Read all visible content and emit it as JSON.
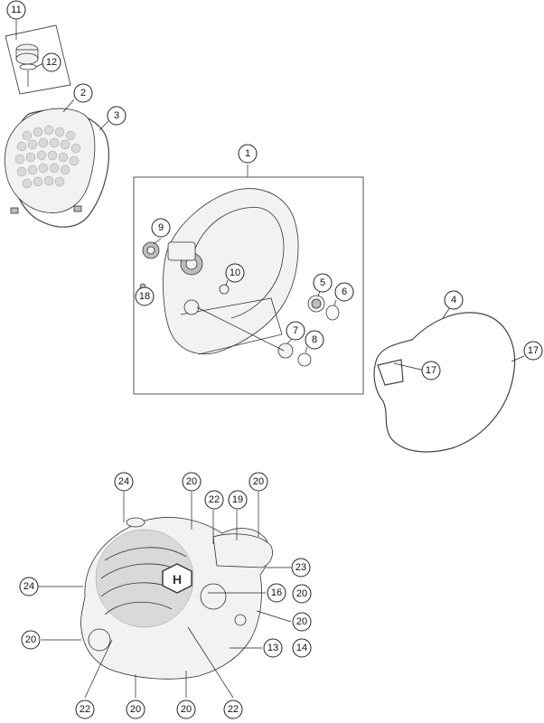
{
  "callouts": [
    {
      "id": "c11",
      "label": "11"
    },
    {
      "id": "c12",
      "label": "12"
    },
    {
      "id": "c2",
      "label": "2"
    },
    {
      "id": "c3",
      "label": "3"
    },
    {
      "id": "c1",
      "label": "1"
    },
    {
      "id": "c9",
      "label": "9"
    },
    {
      "id": "c10",
      "label": "10"
    },
    {
      "id": "c18",
      "label": "18"
    },
    {
      "id": "c5",
      "label": "5"
    },
    {
      "id": "c6",
      "label": "6"
    },
    {
      "id": "c7",
      "label": "7"
    },
    {
      "id": "c8",
      "label": "8"
    },
    {
      "id": "c4",
      "label": "4"
    },
    {
      "id": "c17a",
      "label": "17"
    },
    {
      "id": "c17b",
      "label": "17"
    },
    {
      "id": "c24a",
      "label": "24"
    },
    {
      "id": "c20a",
      "label": "20"
    },
    {
      "id": "c20b",
      "label": "20"
    },
    {
      "id": "c22a",
      "label": "22"
    },
    {
      "id": "c19",
      "label": "19"
    },
    {
      "id": "c23",
      "label": "23"
    },
    {
      "id": "c24b",
      "label": "24"
    },
    {
      "id": "c16",
      "label": "16"
    },
    {
      "id": "c20c",
      "label": "20"
    },
    {
      "id": "c20d",
      "label": "20"
    },
    {
      "id": "c20e",
      "label": "20"
    },
    {
      "id": "c13",
      "label": "13"
    },
    {
      "id": "c14",
      "label": "14"
    },
    {
      "id": "c22b",
      "label": "22"
    },
    {
      "id": "c20f",
      "label": "20"
    },
    {
      "id": "c20g",
      "label": "20"
    },
    {
      "id": "c22c",
      "label": "22"
    }
  ]
}
